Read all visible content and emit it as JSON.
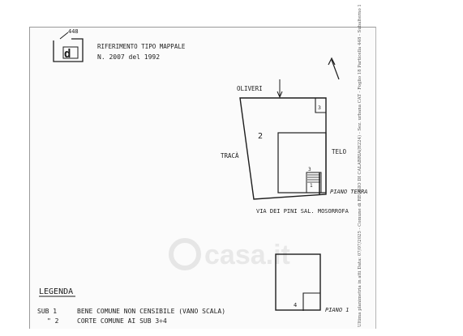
{
  "header": {
    "parcel_number": "448",
    "parcel_letter": "d",
    "reference_line1": "RIFERIMENTO TIPO MAPPALE",
    "reference_line2": "N. 2007 del 1992"
  },
  "plan": {
    "neighbor_north": "OLIVERI",
    "neighbor_west": "TRACÀ",
    "neighbor_east": "TELO",
    "courtyard_label": "2",
    "stair_label_top": "3",
    "stair_label_mid": "3",
    "stair_label_low": "1",
    "ground_floor_label": "PIANO TERRA",
    "street_label": "VIA DEI PINI  SAL. MOSORROFA",
    "first_floor_label": "PIANO 1",
    "first_floor_unit": "4"
  },
  "legend": {
    "title": "LEGENDA",
    "row1_sub": "SUB 1",
    "row1_desc": "BENE COMUNE NON CENSIBILE (VANO SCALA)",
    "row2_sub": "\" 2",
    "row2_desc": "CORTE COMUNE AI SUB 3÷4"
  },
  "stamp_text": "Ultima planimetria in atti  Data: 07/07/2025 - Comune di REGGIO DI CALABRIA(H224) - Sez. urbana CAT - Foglio 18 Particella 448 - Subalterno 1",
  "watermark": "casa.it",
  "colors": {
    "ink": "#1d1d1d",
    "sheet_border": "#9a9a9a"
  }
}
